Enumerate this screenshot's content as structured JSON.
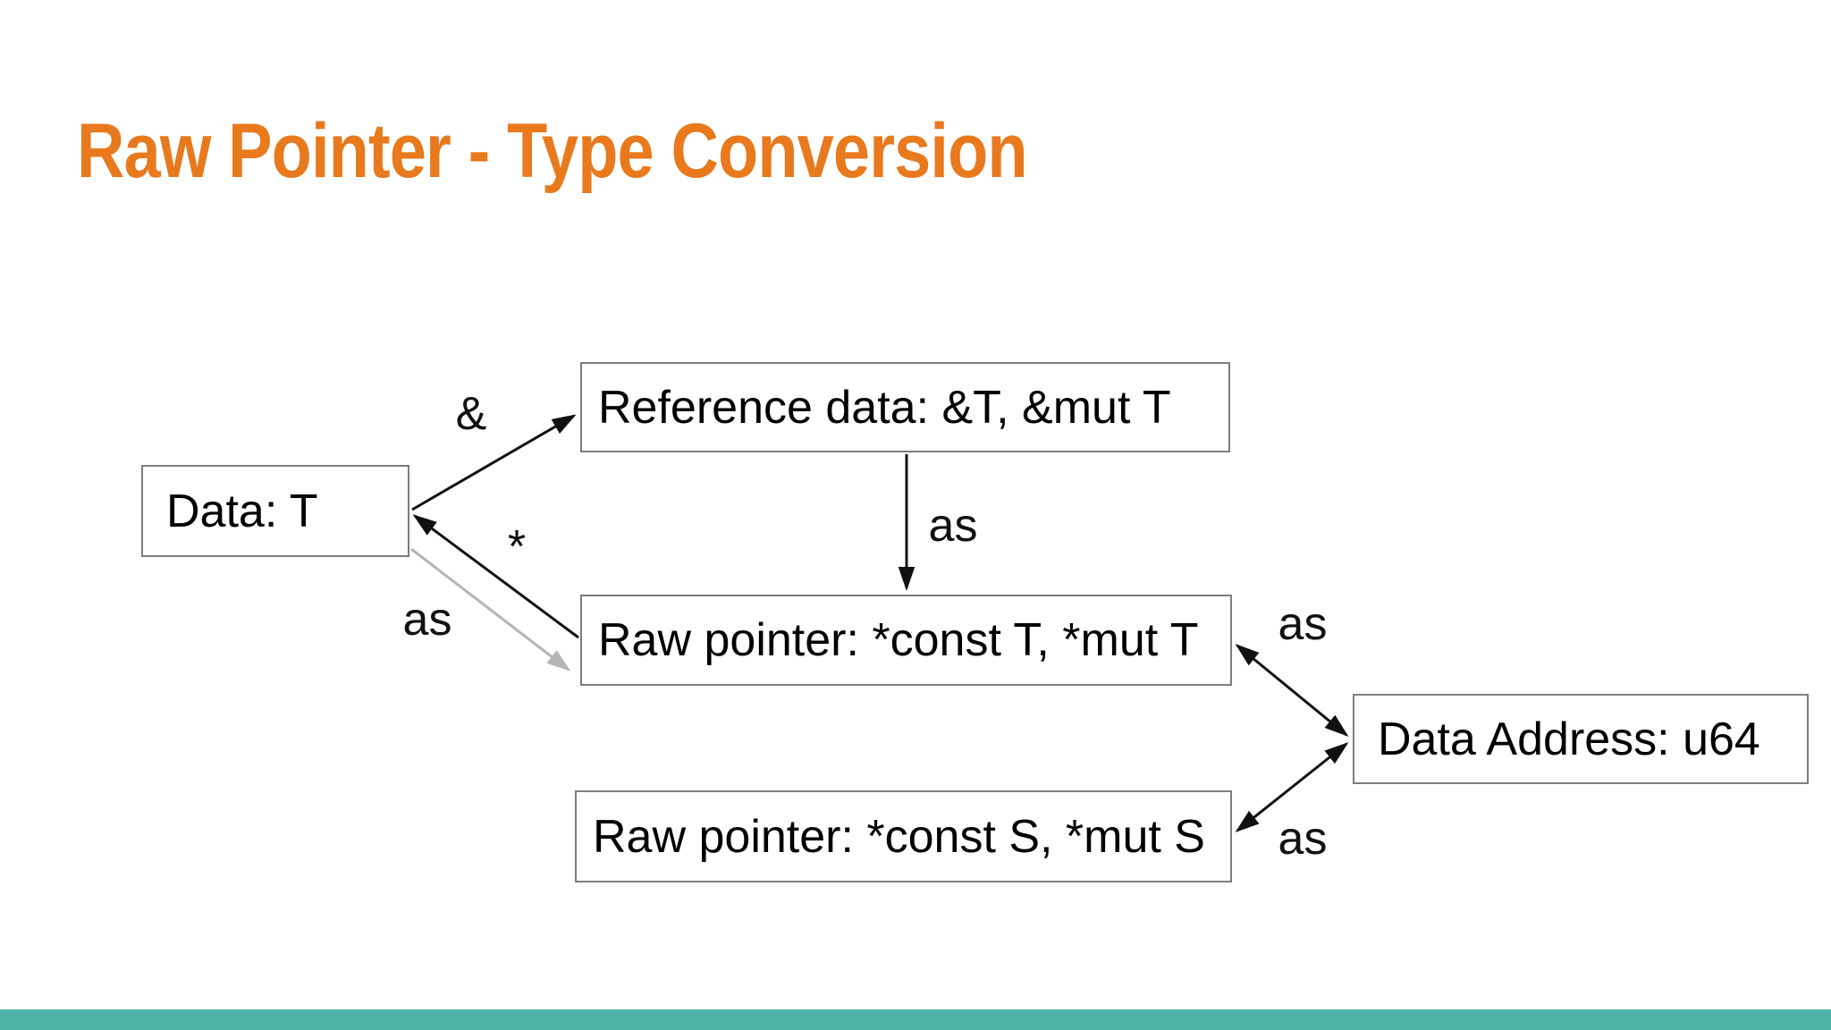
{
  "slide": {
    "title": "Raw Pointer - Type Conversion"
  },
  "colors": {
    "title": "#e8791d",
    "accent_bar": "#4fb3a7",
    "box_border": "#7d7d7d",
    "arrow": "#111111",
    "gray_arrow": "#b5b5b5"
  },
  "diagram": {
    "nodes": {
      "data_t": {
        "label": "Data: T"
      },
      "reference": {
        "label": "Reference data: &T, &mut T"
      },
      "raw_pointer_t": {
        "label": "Raw pointer: *const T, *mut T"
      },
      "raw_pointer_s": {
        "label": "Raw pointer: *const S, *mut S"
      },
      "data_address": {
        "label": "Data Address: u64"
      }
    },
    "edge_labels": {
      "reference_op": "&",
      "reference_to_raw": "as",
      "deref_op": "*",
      "data_to_raw": "as",
      "raw_t_to_address": "as",
      "raw_s_to_address": "as"
    }
  }
}
